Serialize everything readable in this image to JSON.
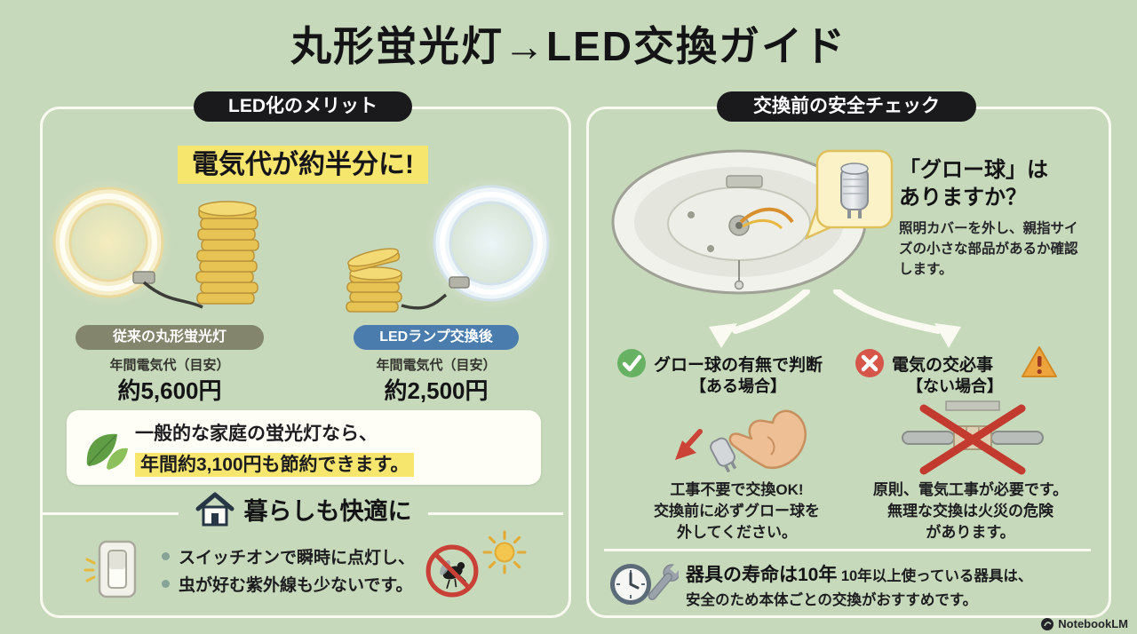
{
  "title": "丸形蛍光灯→LED交換ガイド",
  "colors": {
    "background": "#c7d9bb",
    "highlight_yellow": "#f6e66d",
    "pill_dark": "#1a1a1d",
    "led_blue": "#4a7cae",
    "fluorescent_olive": "#83856d",
    "check_green": "#66b162",
    "cross_red": "#d6564a",
    "warning_orange": "#eea43c"
  },
  "icons": {
    "leaf-icon": "green leaves",
    "house-icon": "house",
    "switch-icon": "wall switch",
    "no-insects-icon": "bug prohibition circle",
    "sun-icon": "sun",
    "check-icon": "green check circle",
    "cross-icon": "red x circle",
    "warning-icon": "orange warning triangle",
    "clock-wrench-icon": "clock and wrench",
    "notebooklm-logo-icon": "dark round logo"
  },
  "merits": {
    "header": "LED化のメリット",
    "headline": "電気代が約半分に!",
    "before": {
      "label": "従来の丸形蛍光灯",
      "cost_caption": "年間電気代（目安）",
      "cost": "約5,600円"
    },
    "after": {
      "label": "LEDランプ交換後",
      "cost_caption": "年間電気代（目安）",
      "cost": "約2,500円"
    },
    "savings_line1": "一般的な家庭の蛍光灯なら、",
    "savings_line2": "年間約3,100円も節約できます。",
    "comfort_title": "暮らしも快適に",
    "comfort_point1": "スイッチオンで瞬時に点灯し、",
    "comfort_point2": "虫が好む紫外線も少ないです。"
  },
  "safety": {
    "header": "交換前の安全チェック",
    "question": "「グロー球」は\nありますか？",
    "instruction": "照明カバーを外し、親指サイズの小さな部品があるか確認します。",
    "case_present": {
      "title": "グロー球の有無で判断",
      "condition": "【ある場合】",
      "detail": "工事不要で交換OK!\n交換前に必ずグロー球を\n外してください。"
    },
    "case_absent": {
      "title": "電気の交必事",
      "condition": "【ない場合】",
      "detail": "原則、電気工事が必要です。\n無理な交換は火災の危険\nがあります。"
    },
    "lifespan_title": "器具の寿命は10年",
    "lifespan_detail": "10年以上使っている器具は、\n安全のため本体ごとの交換がおすすめです。"
  },
  "watermark": "NotebookLM"
}
